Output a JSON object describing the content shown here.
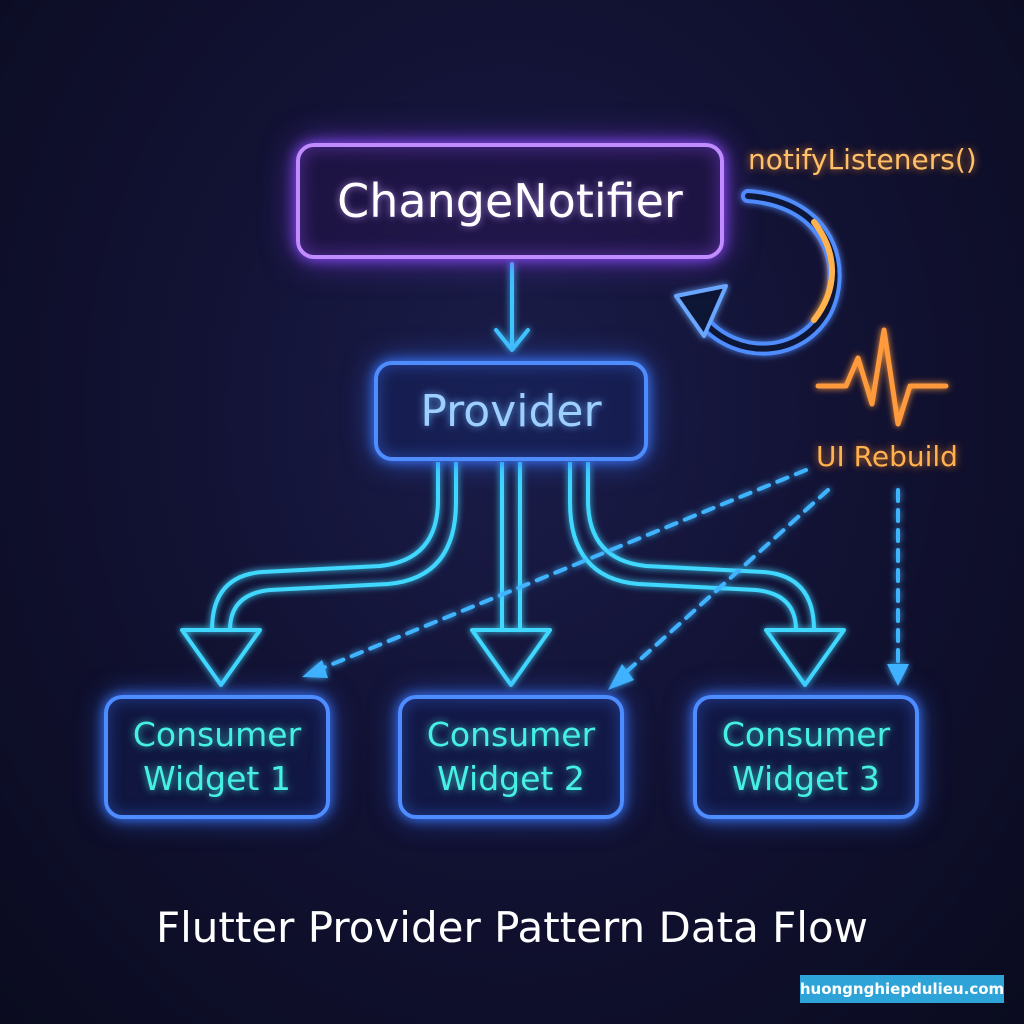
{
  "nodes": {
    "change_notifier": "ChangeNotifier",
    "provider": "Provider",
    "consumers": [
      {
        "line1": "Consumer",
        "line2": "Widget 1"
      },
      {
        "line1": "Consumer",
        "line2": "Widget 2"
      },
      {
        "line1": "Consumer",
        "line2": "Widget 3"
      }
    ]
  },
  "labels": {
    "notify": "notifyListeners()",
    "rebuild": "UI Rebuild"
  },
  "caption": "Flutter Provider Pattern Data Flow",
  "watermark": "huongnghiepdulieu.com",
  "colors": {
    "notifier": "#c08cff",
    "provider": "#4f8dff",
    "flow": "#40d8ff",
    "consumer_text": "#46f0e4",
    "signal": "#ffa640"
  }
}
